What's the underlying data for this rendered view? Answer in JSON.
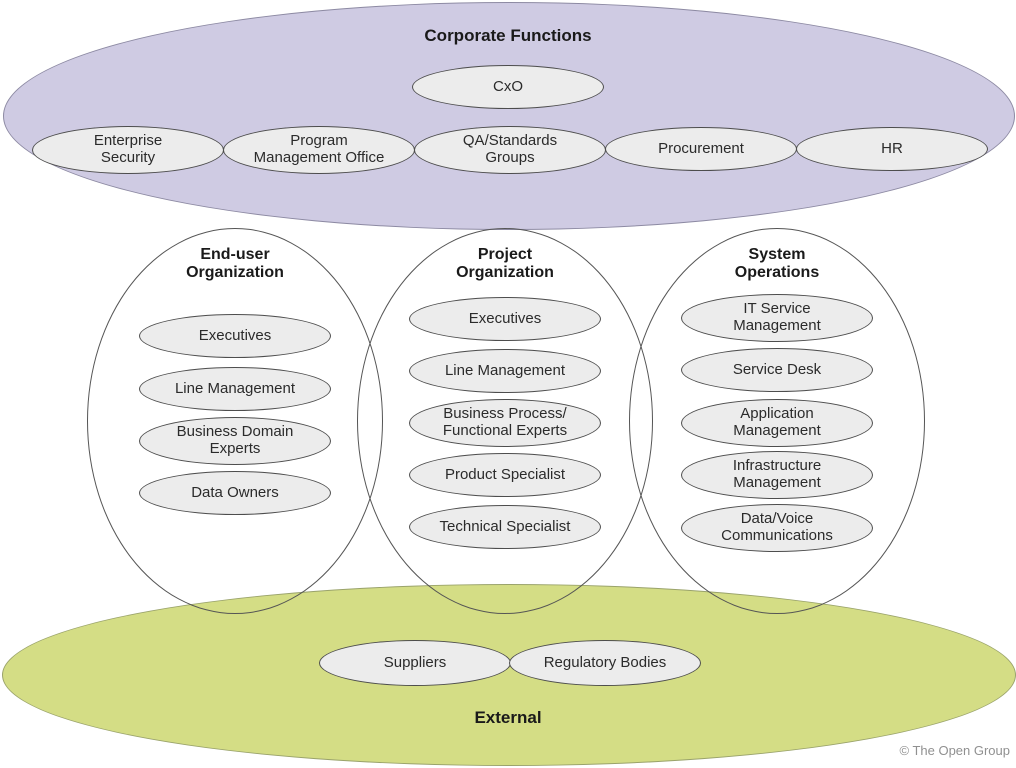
{
  "diagram": {
    "corporate": {
      "title": "Corporate Functions",
      "cxo": "CxO",
      "items": [
        "Enterprise\nSecurity",
        "Program\nManagement Office",
        "QA/Standards\nGroups",
        "Procurement",
        "HR"
      ]
    },
    "circles": {
      "end_user": {
        "title": "End-user\nOrganization",
        "items": [
          "Executives",
          "Line Management",
          "Business Domain\nExperts",
          "Data Owners"
        ]
      },
      "project": {
        "title": "Project\nOrganization",
        "items": [
          "Executives",
          "Line Management",
          "Business Process/\nFunctional Experts",
          "Product Specialist",
          "Technical Specialist"
        ]
      },
      "system_ops": {
        "title": "System\nOperations",
        "items": [
          "IT Service\nManagement",
          "Service Desk",
          "Application\nManagement",
          "Infrastructure\nManagement",
          "Data/Voice\nCommunications"
        ]
      }
    },
    "external": {
      "title": "External",
      "items": [
        "Suppliers",
        "Regulatory Bodies"
      ]
    },
    "copyright": "© The Open Group"
  },
  "colors": {
    "purple": "#cfcbe3",
    "purple-stroke": "#8d8aa3",
    "green": "#d4dd85",
    "green-stroke": "#9aa36b",
    "node-fill": "#ececec",
    "node-stroke": "#4d4d4d",
    "circle-stroke": "#555555"
  }
}
